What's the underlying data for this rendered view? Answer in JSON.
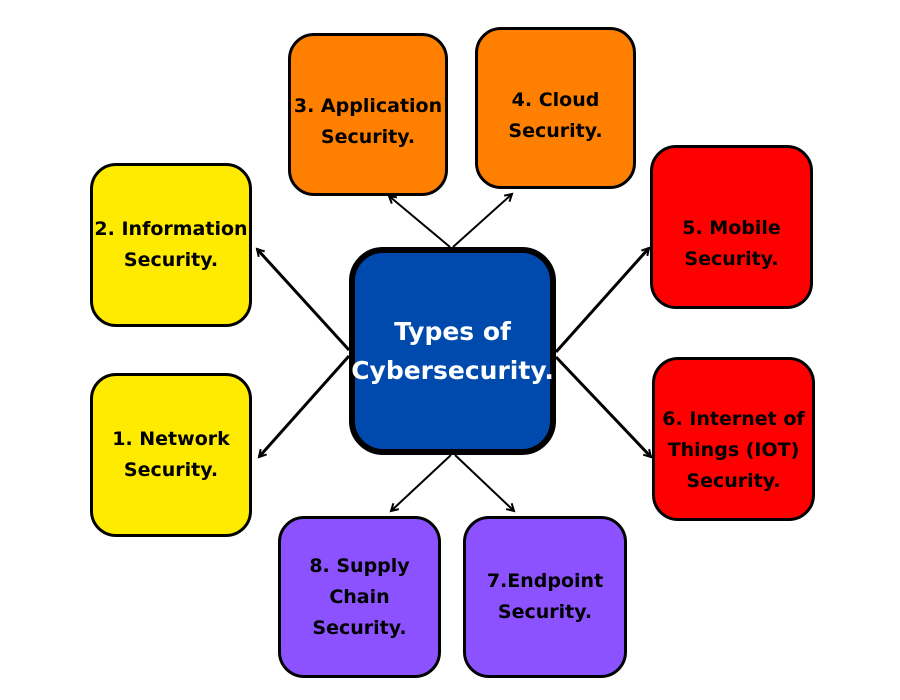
{
  "center": {
    "label": "Types of\nCybersecurity.",
    "color": "#004AAD"
  },
  "nodes": [
    {
      "label": "1. Network\nSecurity.",
      "color": "#FFEB00"
    },
    {
      "label": "2. Information\nSecurity.",
      "color": "#FFEB00"
    },
    {
      "label": "3. Application\nSecurity.",
      "color": "#FF8000"
    },
    {
      "label": "4. Cloud\nSecurity.",
      "color": "#FF8000"
    },
    {
      "label": "5. Mobile\nSecurity.",
      "color": "#FF0000"
    },
    {
      "label": "6. Internet of\nThings (IOT)\nSecurity.",
      "color": "#FF0000"
    },
    {
      "label": "7.Endpoint\nSecurity.",
      "color": "#8C52FF"
    },
    {
      "label": "8. Supply\nChain\nSecurity.",
      "color": "#8C52FF"
    }
  ]
}
